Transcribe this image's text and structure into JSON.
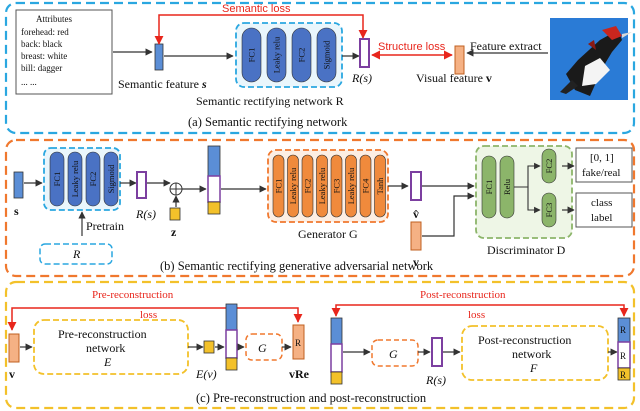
{
  "panel_a": {
    "attributes": {
      "title": "Attributes",
      "lines": [
        "forehead: red",
        "back: black",
        "breast: white",
        "bill: dagger",
        "... ..."
      ]
    },
    "semantic_loss": "Semantic loss",
    "semantic_feature_label": "Semantic feature",
    "semantic_feature_symbol": "s",
    "layers": [
      "FC1",
      "Leaky relu",
      "FC2",
      "Sigmoid"
    ],
    "rs_label": "R(s)",
    "structure_loss": "Structure loss",
    "feature_extract": "Feature extract",
    "visual_feature_label": "Visual feature",
    "visual_feature_symbol": "v",
    "network_title": "Semantic rectifying network R",
    "caption": "(a) Semantic rectifying network"
  },
  "panel_b": {
    "s_label": "s",
    "r_layers": [
      "FC1",
      "Leaky relu",
      "FC2",
      "Sigmoid"
    ],
    "rs_label": "R(s)",
    "pretrain_label": "Pretrain",
    "r_box_label": "R",
    "z_label": "z",
    "g_layers": [
      "FC1",
      "Leaky relu",
      "FC2",
      "Leaky relu",
      "FC3",
      "Leaky relu",
      "FC4",
      "Tanh"
    ],
    "generator_label": "Generator G",
    "vhat_label": "v̂",
    "v_label": "v",
    "d_layers": [
      "FC1",
      "Relu"
    ],
    "d_fc2": "FC2",
    "d_fc3": "FC3",
    "out_fake_real": [
      "[0, 1]",
      "fake/real"
    ],
    "out_class": [
      "class",
      "label"
    ],
    "discriminator_label": "Discriminator D",
    "caption": "(b) Semantic rectifying generative adversarial network"
  },
  "panel_c": {
    "pre_loss": [
      "Pre-reconstruction",
      "loss"
    ],
    "post_loss": [
      "Post-reconstruction",
      "loss"
    ],
    "pre_net": [
      "Pre-reconstruction",
      "network",
      "E"
    ],
    "post_net": [
      "Post-reconstruction",
      "network",
      "F"
    ],
    "v_label": "v",
    "ev_label": "E(v)",
    "g_label": "G",
    "r_label": "R",
    "vre_label": "vRe",
    "rs_label": "R(s)",
    "caption": "(c) Pre-reconstruction and post-reconstruction"
  },
  "colors": {
    "blue": "#2aa7e0",
    "orange": "#f0782e",
    "yellow": "#f3c12a",
    "purple": "#7c3fa0",
    "red": "#e8261c",
    "fc_blue": "#4a72c4",
    "fc_orange": "#f08a3c",
    "fc_green": "#8cb56a",
    "bar_blue": "#5b8ed6"
  }
}
